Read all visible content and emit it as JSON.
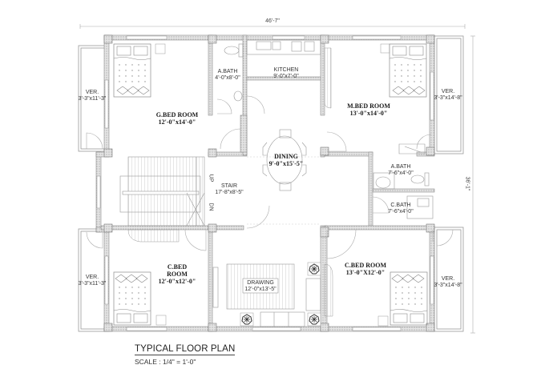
{
  "drawing": {
    "title": "TYPICAL FLOOR PLAN",
    "scale": "SCALE : 1/4\" = 1'-0\"",
    "overall_width": "46'-7\"",
    "overall_depth": "36'-1\""
  },
  "rooms": {
    "g_bed": {
      "name": "G.BED ROOM",
      "size": "12'-0\"x14'-0\""
    },
    "a_bath_top": {
      "name": "A.BATH",
      "size": "4'-0\"x8'-0\""
    },
    "kitchen": {
      "name": "KITCHEN",
      "size": "9'-0\"x7'-0\""
    },
    "m_bed": {
      "name": "M.BED ROOM",
      "size": "13'-0\"x14'-0\""
    },
    "ver_top_left": {
      "name": "VER.",
      "size": "3'-3\"x11'-3\""
    },
    "ver_top_right": {
      "name": "VER.",
      "size": "3'-3\"x14'-8\""
    },
    "dining": {
      "name": "DINING",
      "size": "9'-0\"x15'-5\""
    },
    "stair": {
      "name": "STAIR",
      "size": "17'-8\"x8'-5\"",
      "up": "UP",
      "dn": "DN"
    },
    "a_bath_right": {
      "name": "A.BATH",
      "size": "7'-6\"x4'-0\""
    },
    "c_bath": {
      "name": "C.BATH",
      "size": "7'-6\"x4'-0\""
    },
    "c_bed_left": {
      "name_line1": "C.BED",
      "name_line2": "ROOM",
      "size": "12'-0\"x12'-0\""
    },
    "drawing_room": {
      "name": "DRAWING",
      "size": "12'-0\"x13'-5\""
    },
    "c_bed_right": {
      "name": "C.BED ROOM",
      "size": "13'-0\"X12'-0\""
    },
    "ver_bottom_left": {
      "name": "VER.",
      "size": "3'-3\"x11'-3\""
    },
    "ver_bottom_right": {
      "name": "VER.",
      "size": "3'-3\"x14'-8\""
    }
  },
  "colors": {
    "wall": "#9a9a9a",
    "wall_fill": "#d9d9d9",
    "line": "#8c8c8c",
    "text": "#222222"
  }
}
